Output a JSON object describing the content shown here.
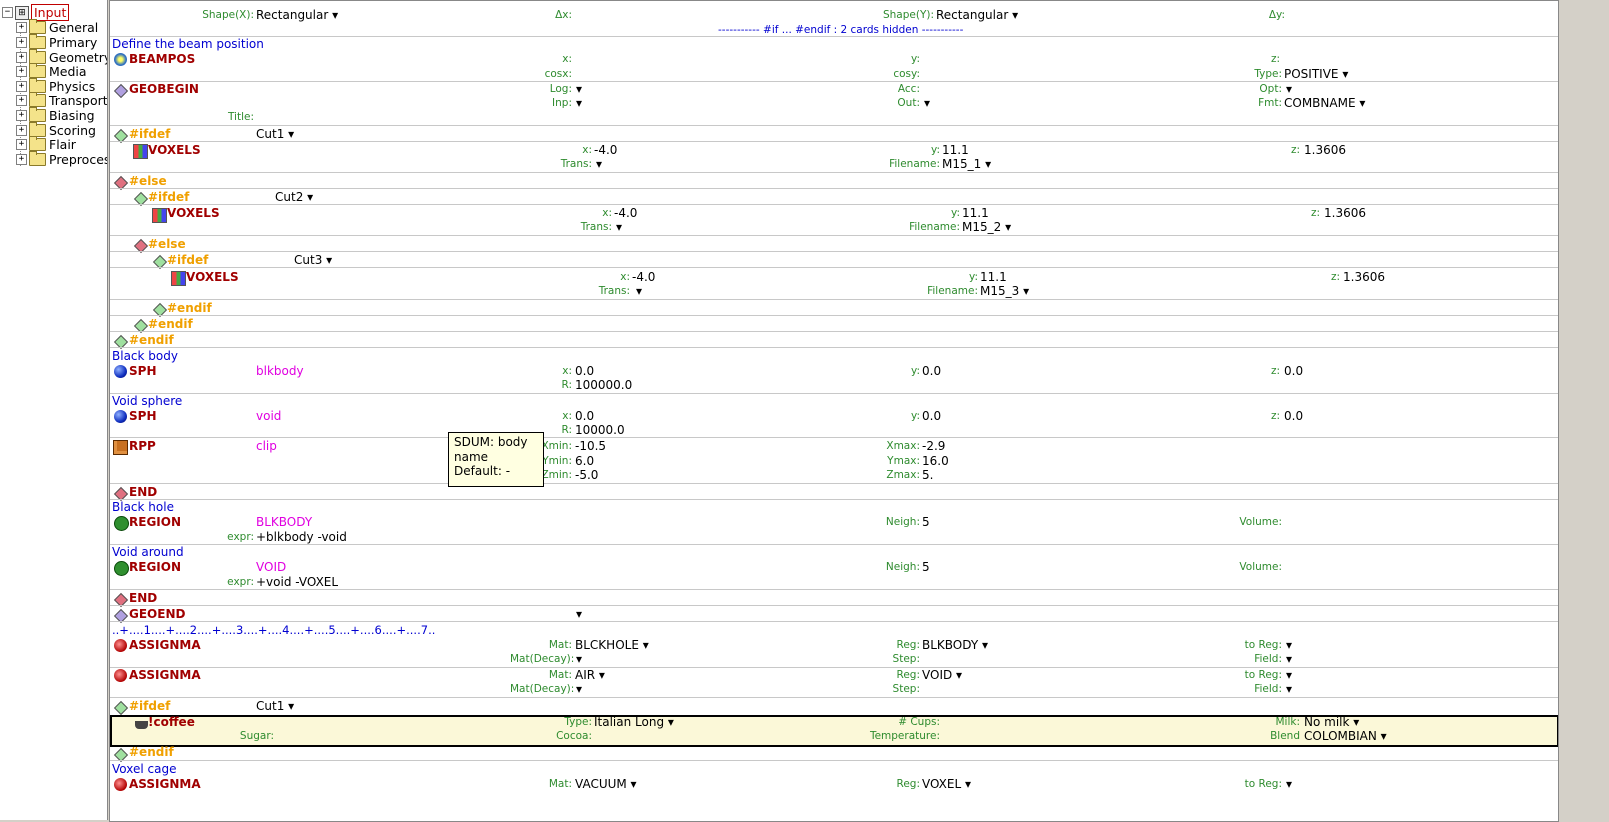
{
  "tree": {
    "root": "Input",
    "items": [
      "General",
      "Primary",
      "Geometry",
      "Media",
      "Physics",
      "Transport",
      "Biasing",
      "Scoring",
      "Flair",
      "Preprocessor"
    ]
  },
  "rows": {
    "top": {
      "shape_x_label": "Shape(X):",
      "shape_x": "Rectangular ▾",
      "dx_label": "Δx:",
      "shape_y_label": "Shape(Y):",
      "shape_y": "Rectangular ▾",
      "dy_label": "Δy:"
    },
    "hidden": "----------- #if ... #endif : 2 cards hidden -----------",
    "beam_comment": "Define the beam position",
    "beampos": {
      "name": "BEAMPOS",
      "x": "x:",
      "y": "y:",
      "z": "z:",
      "cosx": "cosx:",
      "cosy": "cosy:",
      "type_label": "Type:",
      "type": "POSITIVE ▾"
    },
    "geobegin": {
      "name": "GEOBEGIN",
      "log": "Log:",
      "log_v": "▾",
      "acc": "Acc:",
      "opt": "Opt:",
      "opt_v": "▾",
      "inp": "Inp:",
      "inp_v": "▾",
      "out": "Out:",
      "out_v": "▾",
      "fmt": "Fmt:",
      "fmt_v": "COMBNAME ▾",
      "title": "Title:"
    },
    "ifdef1": {
      "name": "#ifdef",
      "val": "Cut1 ▾"
    },
    "vox1": {
      "name": "VOXELS",
      "x": "-4.0",
      "y": "11.1",
      "z": "1.3606",
      "trans_v": "▾",
      "file": "M15_1 ▾"
    },
    "else1": {
      "name": "#else"
    },
    "ifdef2": {
      "name": "#ifdef",
      "val": "Cut2 ▾"
    },
    "vox2": {
      "name": "VOXELS",
      "x": "-4.0",
      "y": "11.1",
      "z": "1.3606",
      "trans_v": "▾",
      "file": "M15_2 ▾"
    },
    "else2": {
      "name": "#else"
    },
    "ifdef3": {
      "name": "#ifdef",
      "val": "Cut3 ▾"
    },
    "vox3": {
      "name": "VOXELS",
      "x": "-4.0",
      "y": "11.1",
      "z": "1.3606",
      "trans_v": "▾",
      "file": "M15_3 ▾"
    },
    "endif": "#endif",
    "lbl": {
      "x": "x:",
      "y": "y:",
      "z": "z:",
      "R": "R:",
      "trans": "Trans:",
      "filename": "Filename:",
      "xmin": "Xmin:",
      "xmax": "Xmax:",
      "ymin": "Ymin:",
      "ymax": "Ymax:",
      "zmin": "Zmin:",
      "zmax": "Zmax:",
      "neigh": "Neigh:",
      "volume": "Volume:",
      "expr": "expr:",
      "mat": "Mat:",
      "reg": "Reg:",
      "toreg": "to Reg:",
      "matdecay": "Mat(Decay):",
      "step": "Step:",
      "field": "Field:"
    },
    "blk_comment": "Black body",
    "sph1": {
      "name": "SPH",
      "id": "blkbody",
      "x": "0.0",
      "y": "0.0",
      "z": "0.0",
      "R": "100000.0"
    },
    "void_comment": "Void sphere",
    "sph2": {
      "name": "SPH",
      "id": "void",
      "x": "0.0",
      "y": "0.0",
      "z": "0.0",
      "R": "10000.0"
    },
    "rpp": {
      "name": "RPP",
      "id": "clip",
      "xmin": "-10.5",
      "xmax": "-2.9",
      "ymin": "6.0",
      "ymax": "16.0",
      "zmin": "-5.0",
      "zmax": "5."
    },
    "end1": "END",
    "hole_comment": "Black hole",
    "reg1": {
      "name": "REGION",
      "id": "BLKBODY",
      "neigh": "5",
      "expr": "+blkbody -void"
    },
    "around_comment": "Void around",
    "reg2": {
      "name": "REGION",
      "id": "VOID",
      "neigh": "5",
      "expr": "+void -VOXEL"
    },
    "end2": "END",
    "geoend": {
      "name": "GEOEND",
      "v": "▾"
    },
    "ruler": "..+....1....+....2....+....3....+....4....+....5....+....6....+....7..",
    "asg1": {
      "name": "ASSIGNMA",
      "mat": "BLCKHOLE ▾",
      "reg": "BLKBODY ▾",
      "toreg": "▾",
      "matdecay": "▾",
      "field": "▾"
    },
    "asg2": {
      "name": "ASSIGNMA",
      "mat": "AIR ▾",
      "reg": "VOID ▾",
      "toreg": "▾",
      "matdecay": "▾",
      "field": "▾"
    },
    "ifdef4": {
      "name": "#ifdef",
      "val": "Cut1 ▾"
    },
    "coffee": {
      "name": "!coffee",
      "type_label": "Type:",
      "type": "Italian Long ▾",
      "cups_label": "# Cups:",
      "milk_label": "Milk:",
      "milk": "No milk ▾",
      "sugar_label": "Sugar:",
      "cocoa_label": "Cocoa:",
      "temp_label": "Temperature:",
      "blend_label": "Blend",
      "blend": "COLOMBIAN ▾"
    },
    "cage_comment": "Voxel cage",
    "asg3": {
      "name": "ASSIGNMA",
      "mat": "VACUUM ▾",
      "reg": "VOXEL ▾",
      "toreg": "▾"
    }
  },
  "tooltip": {
    "l1": "SDUM: body",
    "l2": "name",
    "l3": "Default: -"
  }
}
